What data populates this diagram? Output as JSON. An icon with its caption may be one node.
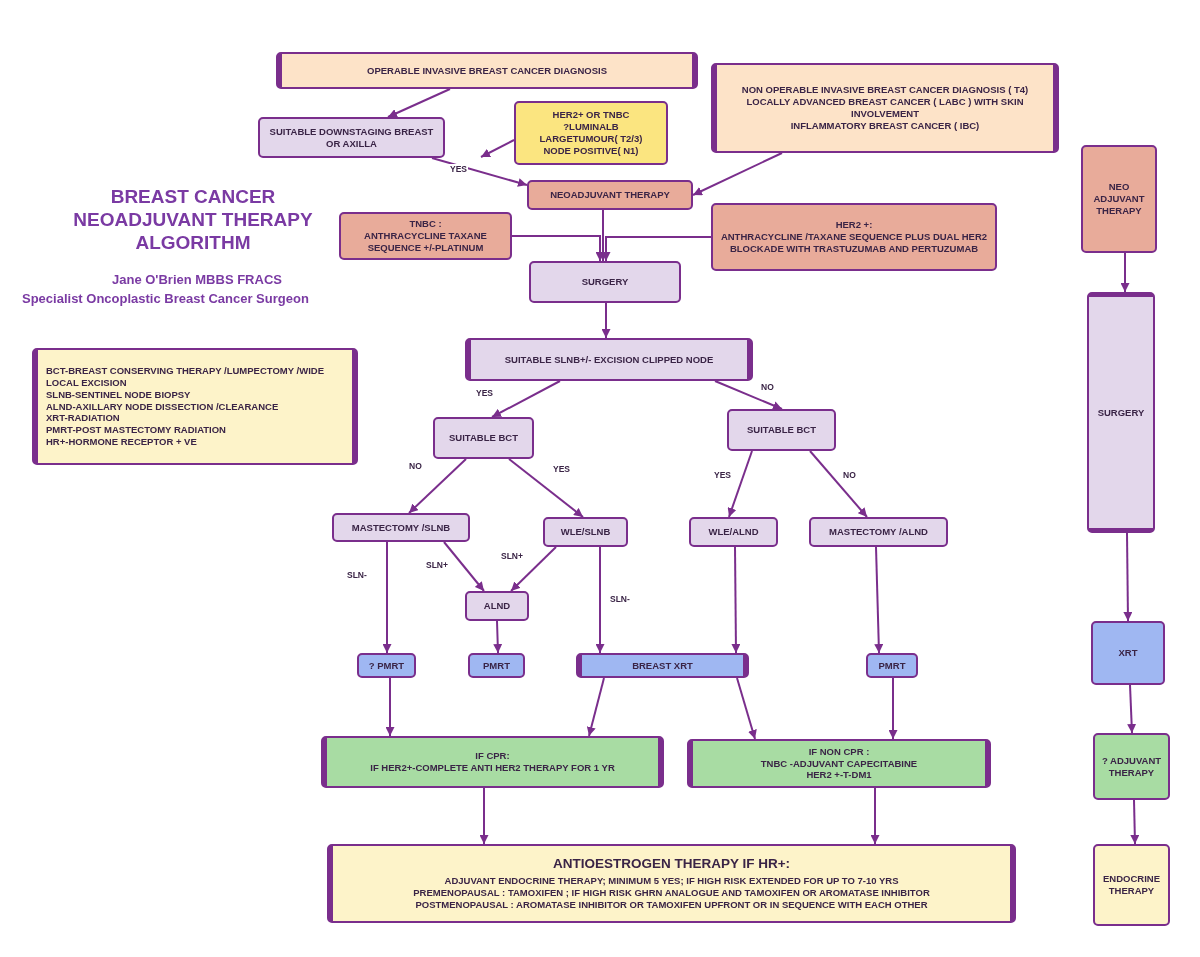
{
  "diagram": {
    "title": "BREAST CANCER NEOADJUVANT THERAPY ALGORITHM",
    "nodes": [
      {
        "text": [
          "OPERABLE INVASIVE BREAST CANCER DIAGNOSIS"
        ]
      },
      {
        "text": [
          "SUITABLE DOWNSTAGING BREAST OR AXILLA"
        ]
      },
      {
        "text": [
          "HER2+ OR TNBC",
          "?LUMINALB",
          "LARGETUMOUR( T2/3)",
          "NODE POSITIVE( N1)"
        ]
      },
      {
        "text": [
          "NON OPERABLE INVASIVE BREAST CANCER DIAGNOSIS ( T4)",
          "LOCALLY ADVANCED BREAST CANCER ( LABC ) WITH SKIN INVOLVEMENT",
          "INFLAMMATORY BREAST CANCER ( IBC)"
        ]
      },
      {
        "text": [
          "NEOADJUVANT THERAPY"
        ]
      },
      {
        "text": [
          "TNBC :",
          "ANTHRACYCLINE TAXANE SEQUENCE +/-PLATINUM"
        ]
      },
      {
        "text": [
          "HER2 +:",
          "ANTHRACYCLINE /TAXANE SEQUENCE PLUS DUAL HER2 BLOCKADE WITH TRASTUZUMAB AND PERTUZUMAB"
        ]
      },
      {
        "text": [
          "SURGERY"
        ]
      },
      {
        "text": [
          "BCT-BREAST CONSERVING THERAPY /LUMPECTOMY /WIDE LOCAL EXCISION",
          "SLNB-SENTINEL NODE BIOPSY",
          "ALND-AXILLARY NODE DISSECTION /CLEARANCE",
          "XRT-RADIATION",
          "PMRT-POST MASTECTOMY RADIATION",
          "HR+-HORMONE RECEPTOR + VE"
        ]
      },
      {
        "text": [
          "SUITABLE SLNB+/- EXCISION CLIPPED NODE"
        ]
      },
      {
        "text": [
          "SUITABLE BCT"
        ]
      },
      {
        "text": [
          "SUITABLE BCT"
        ]
      },
      {
        "text": [
          "MASTECTOMY /SLNB"
        ]
      },
      {
        "text": [
          "WLE/SLNB"
        ]
      },
      {
        "text": [
          "WLE/ALND"
        ]
      },
      {
        "text": [
          "MASTECTOMY /ALND"
        ]
      },
      {
        "text": [
          "ALND"
        ]
      },
      {
        "text": [
          "? PMRT"
        ]
      },
      {
        "text": [
          "PMRT"
        ]
      },
      {
        "text": [
          "BREAST XRT"
        ]
      },
      {
        "text": [
          "PMRT"
        ]
      },
      {
        "text": [
          "IF CPR:",
          "IF HER2+-COMPLETE ANTI HER2 THERAPY FOR 1 YR"
        ]
      },
      {
        "text": [
          "IF NON CPR :",
          "TNBC -ADJUVANT CAPECITABINE",
          "HER2 +-T-DM1"
        ]
      },
      {
        "text": [
          "ANTIOESTROGEN THERAPY IF HR+:",
          "ADJUVANT ENDOCRINE THERAPY; MINIMUM 5 YES; IF HIGH RISK EXTENDED FOR UP TO 7-10 YRS",
          "PREMENOPAUSAL : TAMOXIFEN ; IF HIGH RISK GHRN ANALOGUE AND TAMOXIFEN OR AROMATASE INHIBITOR",
          "POSTMENOPAUSAL : AROMATASE INHIBITOR OR TAMOXIFEN UPFRONT OR IN SEQUENCE WITH EACH OTHER"
        ]
      },
      {
        "text": [
          "NEO ADJUVANT THERAPY"
        ]
      },
      {
        "text": [
          "SURGERY"
        ]
      },
      {
        "text": [
          "XRT"
        ]
      },
      {
        "text": [
          "? ADJUVANT THERAPY"
        ]
      },
      {
        "text": [
          "ENDOCRINE THERAPY"
        ]
      }
    ],
    "edges": [
      {
        "from": 0,
        "to": 1,
        "arrow": "to"
      },
      {
        "from": 1,
        "to": 4,
        "arrow": "to",
        "label": "YES"
      },
      {
        "from": 2,
        "to": null,
        "arrow": "to"
      },
      {
        "from": 3,
        "to": 4,
        "arrow": "to"
      },
      {
        "from": 4,
        "to": 7,
        "arrow": "to"
      },
      {
        "from": 5,
        "to": 7,
        "arrow": "to"
      },
      {
        "from": 6,
        "to": 7,
        "arrow": "to"
      },
      {
        "from": 7,
        "to": 9,
        "arrow": "to"
      },
      {
        "from": 9,
        "to": 10,
        "arrow": "to",
        "label": "YES"
      },
      {
        "from": 9,
        "to": 11,
        "arrow": "to",
        "label": "NO"
      },
      {
        "from": 10,
        "to": 12,
        "arrow": "to",
        "label": "NO"
      },
      {
        "from": 10,
        "to": 13,
        "arrow": "to",
        "label": "YES"
      },
      {
        "from": 11,
        "to": 14,
        "arrow": "to",
        "label": "YES"
      },
      {
        "from": 11,
        "to": 15,
        "arrow": "to",
        "label": "NO"
      },
      {
        "from": 12,
        "to": 17,
        "arrow": "to",
        "label": "SLN-"
      },
      {
        "from": 12,
        "to": 16,
        "arrow": "to",
        "label": "SLN+"
      },
      {
        "from": 13,
        "to": 16,
        "arrow": "to",
        "label": "SLN+"
      },
      {
        "from": 13,
        "to": 19,
        "arrow": "to",
        "label": "SLN-"
      },
      {
        "from": 16,
        "to": 18,
        "arrow": "to"
      },
      {
        "from": 14,
        "to": 19,
        "arrow": "to"
      },
      {
        "from": 15,
        "to": 20,
        "arrow": "to"
      },
      {
        "from": 17,
        "to": 21,
        "arrow": "to"
      },
      {
        "from": 19,
        "to": 21,
        "arrow": "to"
      },
      {
        "from": 19,
        "to": 22,
        "arrow": "to"
      },
      {
        "from": 20,
        "to": 22,
        "arrow": "to"
      },
      {
        "from": 21,
        "to": 23,
        "arrow": "to"
      },
      {
        "from": 22,
        "to": 23,
        "arrow": "to"
      },
      {
        "from": 24,
        "to": 25,
        "arrow": "to"
      },
      {
        "from": 25,
        "to": 26,
        "arrow": "to"
      },
      {
        "from": 26,
        "to": 27,
        "arrow": "to"
      },
      {
        "from": 27,
        "to": 28,
        "arrow": "to"
      }
    ],
    "labels": [
      "Jane O'Brien MBBS FRACS",
      "Specialist Oncoplastic Breast Cancer Surgeon"
    ]
  }
}
